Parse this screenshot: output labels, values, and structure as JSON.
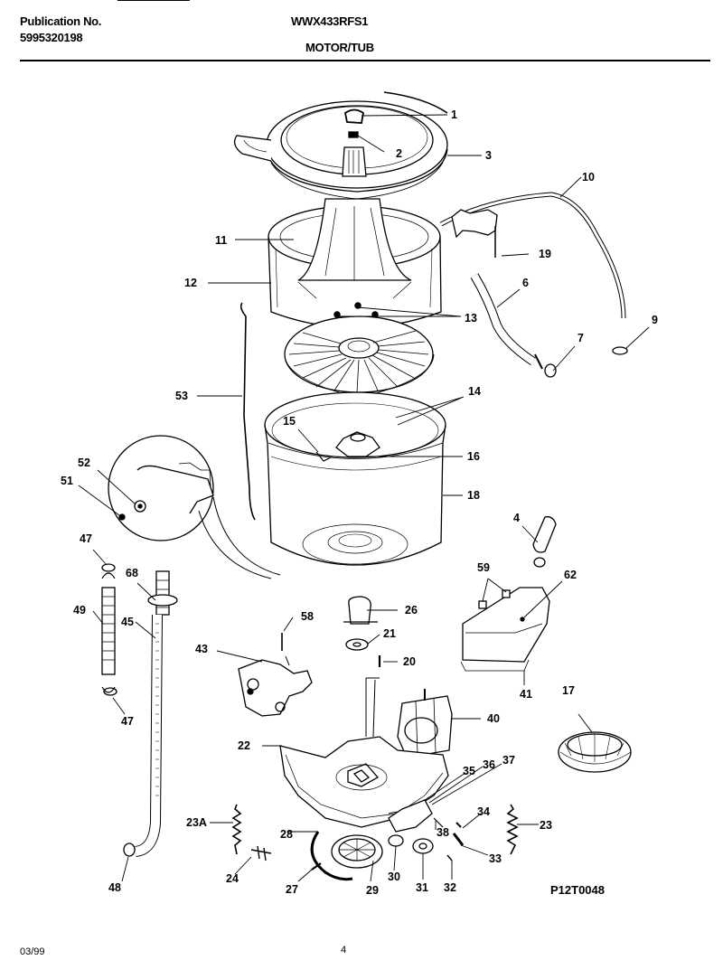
{
  "header": {
    "publication_label": "Publication No.",
    "publication_number": "5995320198",
    "model": "WWX433RFS1",
    "section": "MOTOR/TUB"
  },
  "footer": {
    "date": "03/99",
    "page_number": "4",
    "drawing_code": "P12T0048"
  },
  "callouts": [
    "1",
    "2",
    "3",
    "10",
    "11",
    "19",
    "12",
    "6",
    "13",
    "9",
    "7",
    "53",
    "14",
    "15",
    "16",
    "52",
    "51",
    "18",
    "4",
    "47",
    "68",
    "59",
    "62",
    "49",
    "45",
    "58",
    "26",
    "21",
    "43",
    "20",
    "41",
    "17",
    "47",
    "40",
    "22",
    "35",
    "36",
    "37",
    "34",
    "23A",
    "28",
    "38",
    "23",
    "24",
    "27",
    "29",
    "30",
    "31",
    "32",
    "33",
    "48"
  ]
}
